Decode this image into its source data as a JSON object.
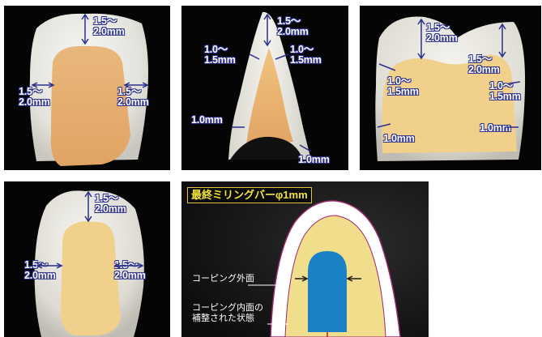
{
  "panels": {
    "p1": {
      "top": "1.5～\n2.0mm",
      "left": "1.5～\n2.0mm",
      "right": "1.5～\n2.0mm"
    },
    "p2": {
      "top": "1.5～\n2.0mm",
      "left_mid": "1.0～\n1.5mm",
      "right_mid": "1.0～\n1.5mm",
      "left_low": "1.0mm",
      "right_low": "1.0mm"
    },
    "p3": {
      "top": "1.5～\n2.0mm",
      "right_top": "1.5～\n2.0mm",
      "left_mid": "1.0～\n1.5mm",
      "right_mid": "1.0～\n1.5mm",
      "right_low": "1.0mm",
      "left_low": "1.0mm"
    },
    "p4": {
      "top": "1.5～\n2.0mm",
      "left": "1.5～\n2.0mm",
      "right": "1.5～\n2.0mm"
    },
    "p5": {
      "title": "最終ミリングバーφ1mm",
      "outer_label": "コーピング外面",
      "inner_label": "コーピング内面の\n補整された状態"
    }
  },
  "colors": {
    "background": "#050505",
    "coping": "#e6ad6a",
    "coping_light": "#f0d08a",
    "porcelain": "#ecebe6",
    "measure": "#2b2f8a",
    "title": "#f2e23a",
    "bur": "#1a82c4",
    "cross_section": "#f0de8c"
  }
}
